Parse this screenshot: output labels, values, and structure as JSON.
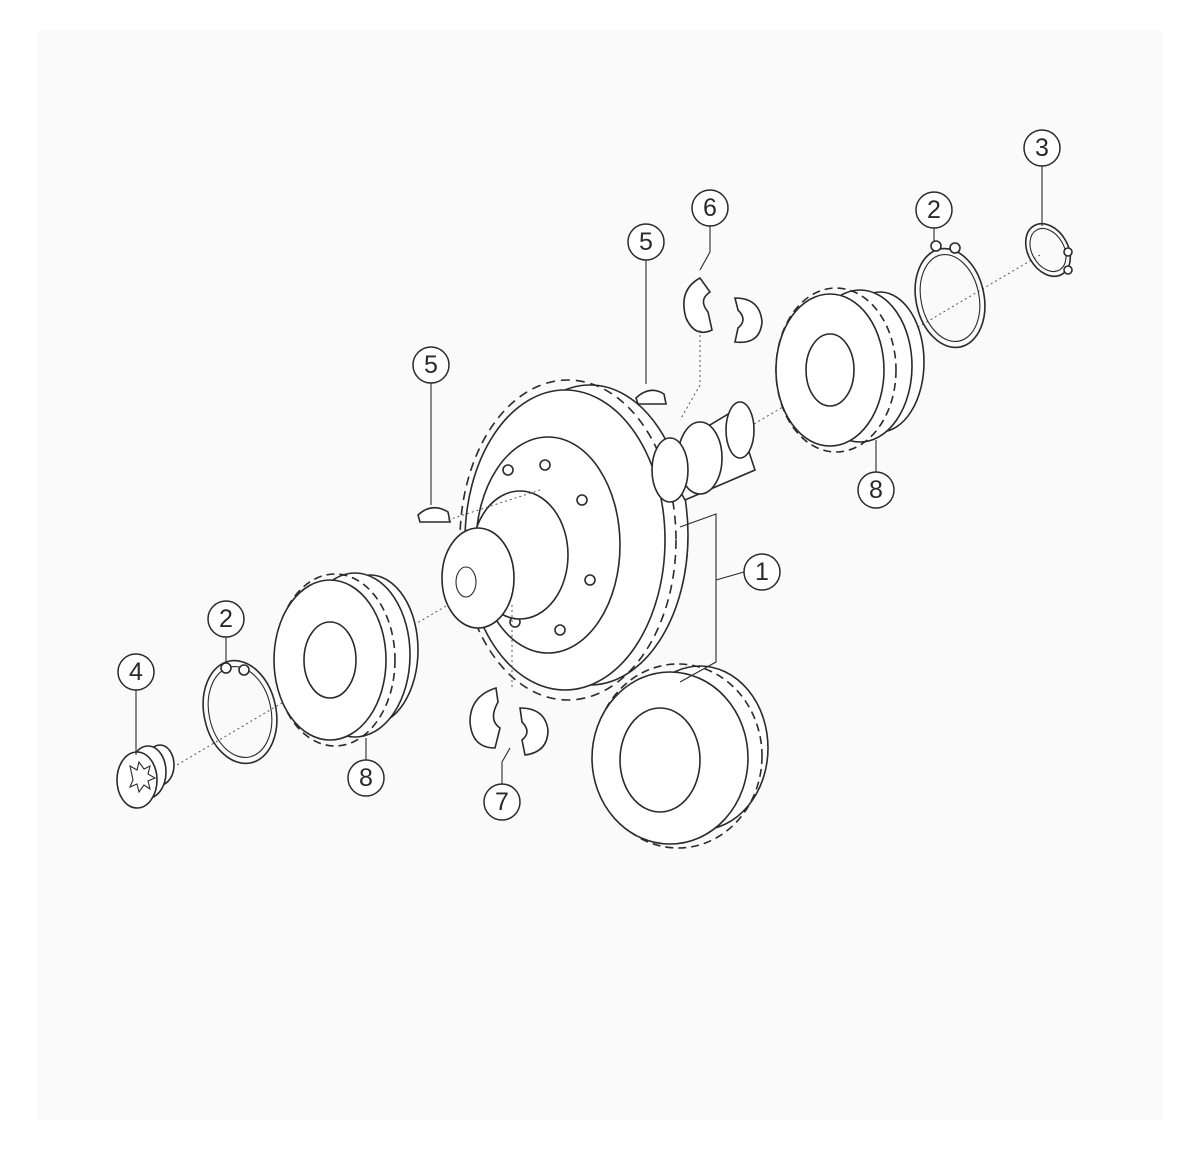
{
  "diagram": {
    "colors": {
      "line": "#2a2a2a",
      "panel": "#fafafa",
      "background": "#ffffff"
    },
    "callouts": [
      {
        "id": "c1",
        "label": "1",
        "part": "gear-assembly"
      },
      {
        "id": "c2a",
        "label": "2",
        "part": "circlip-left"
      },
      {
        "id": "c2b",
        "label": "2",
        "part": "circlip-right"
      },
      {
        "id": "c3",
        "label": "3",
        "part": "snap-ring"
      },
      {
        "id": "c4",
        "label": "4",
        "part": "plug-screw"
      },
      {
        "id": "c5a",
        "label": "5",
        "part": "woodruff-key-left"
      },
      {
        "id": "c5b",
        "label": "5",
        "part": "woodruff-key-right"
      },
      {
        "id": "c6",
        "label": "6",
        "part": "bushing-upper"
      },
      {
        "id": "c7",
        "label": "7",
        "part": "bushing-lower"
      },
      {
        "id": "c8a",
        "label": "8",
        "part": "sprocket-left"
      },
      {
        "id": "c8b",
        "label": "8",
        "part": "sprocket-right"
      }
    ]
  }
}
